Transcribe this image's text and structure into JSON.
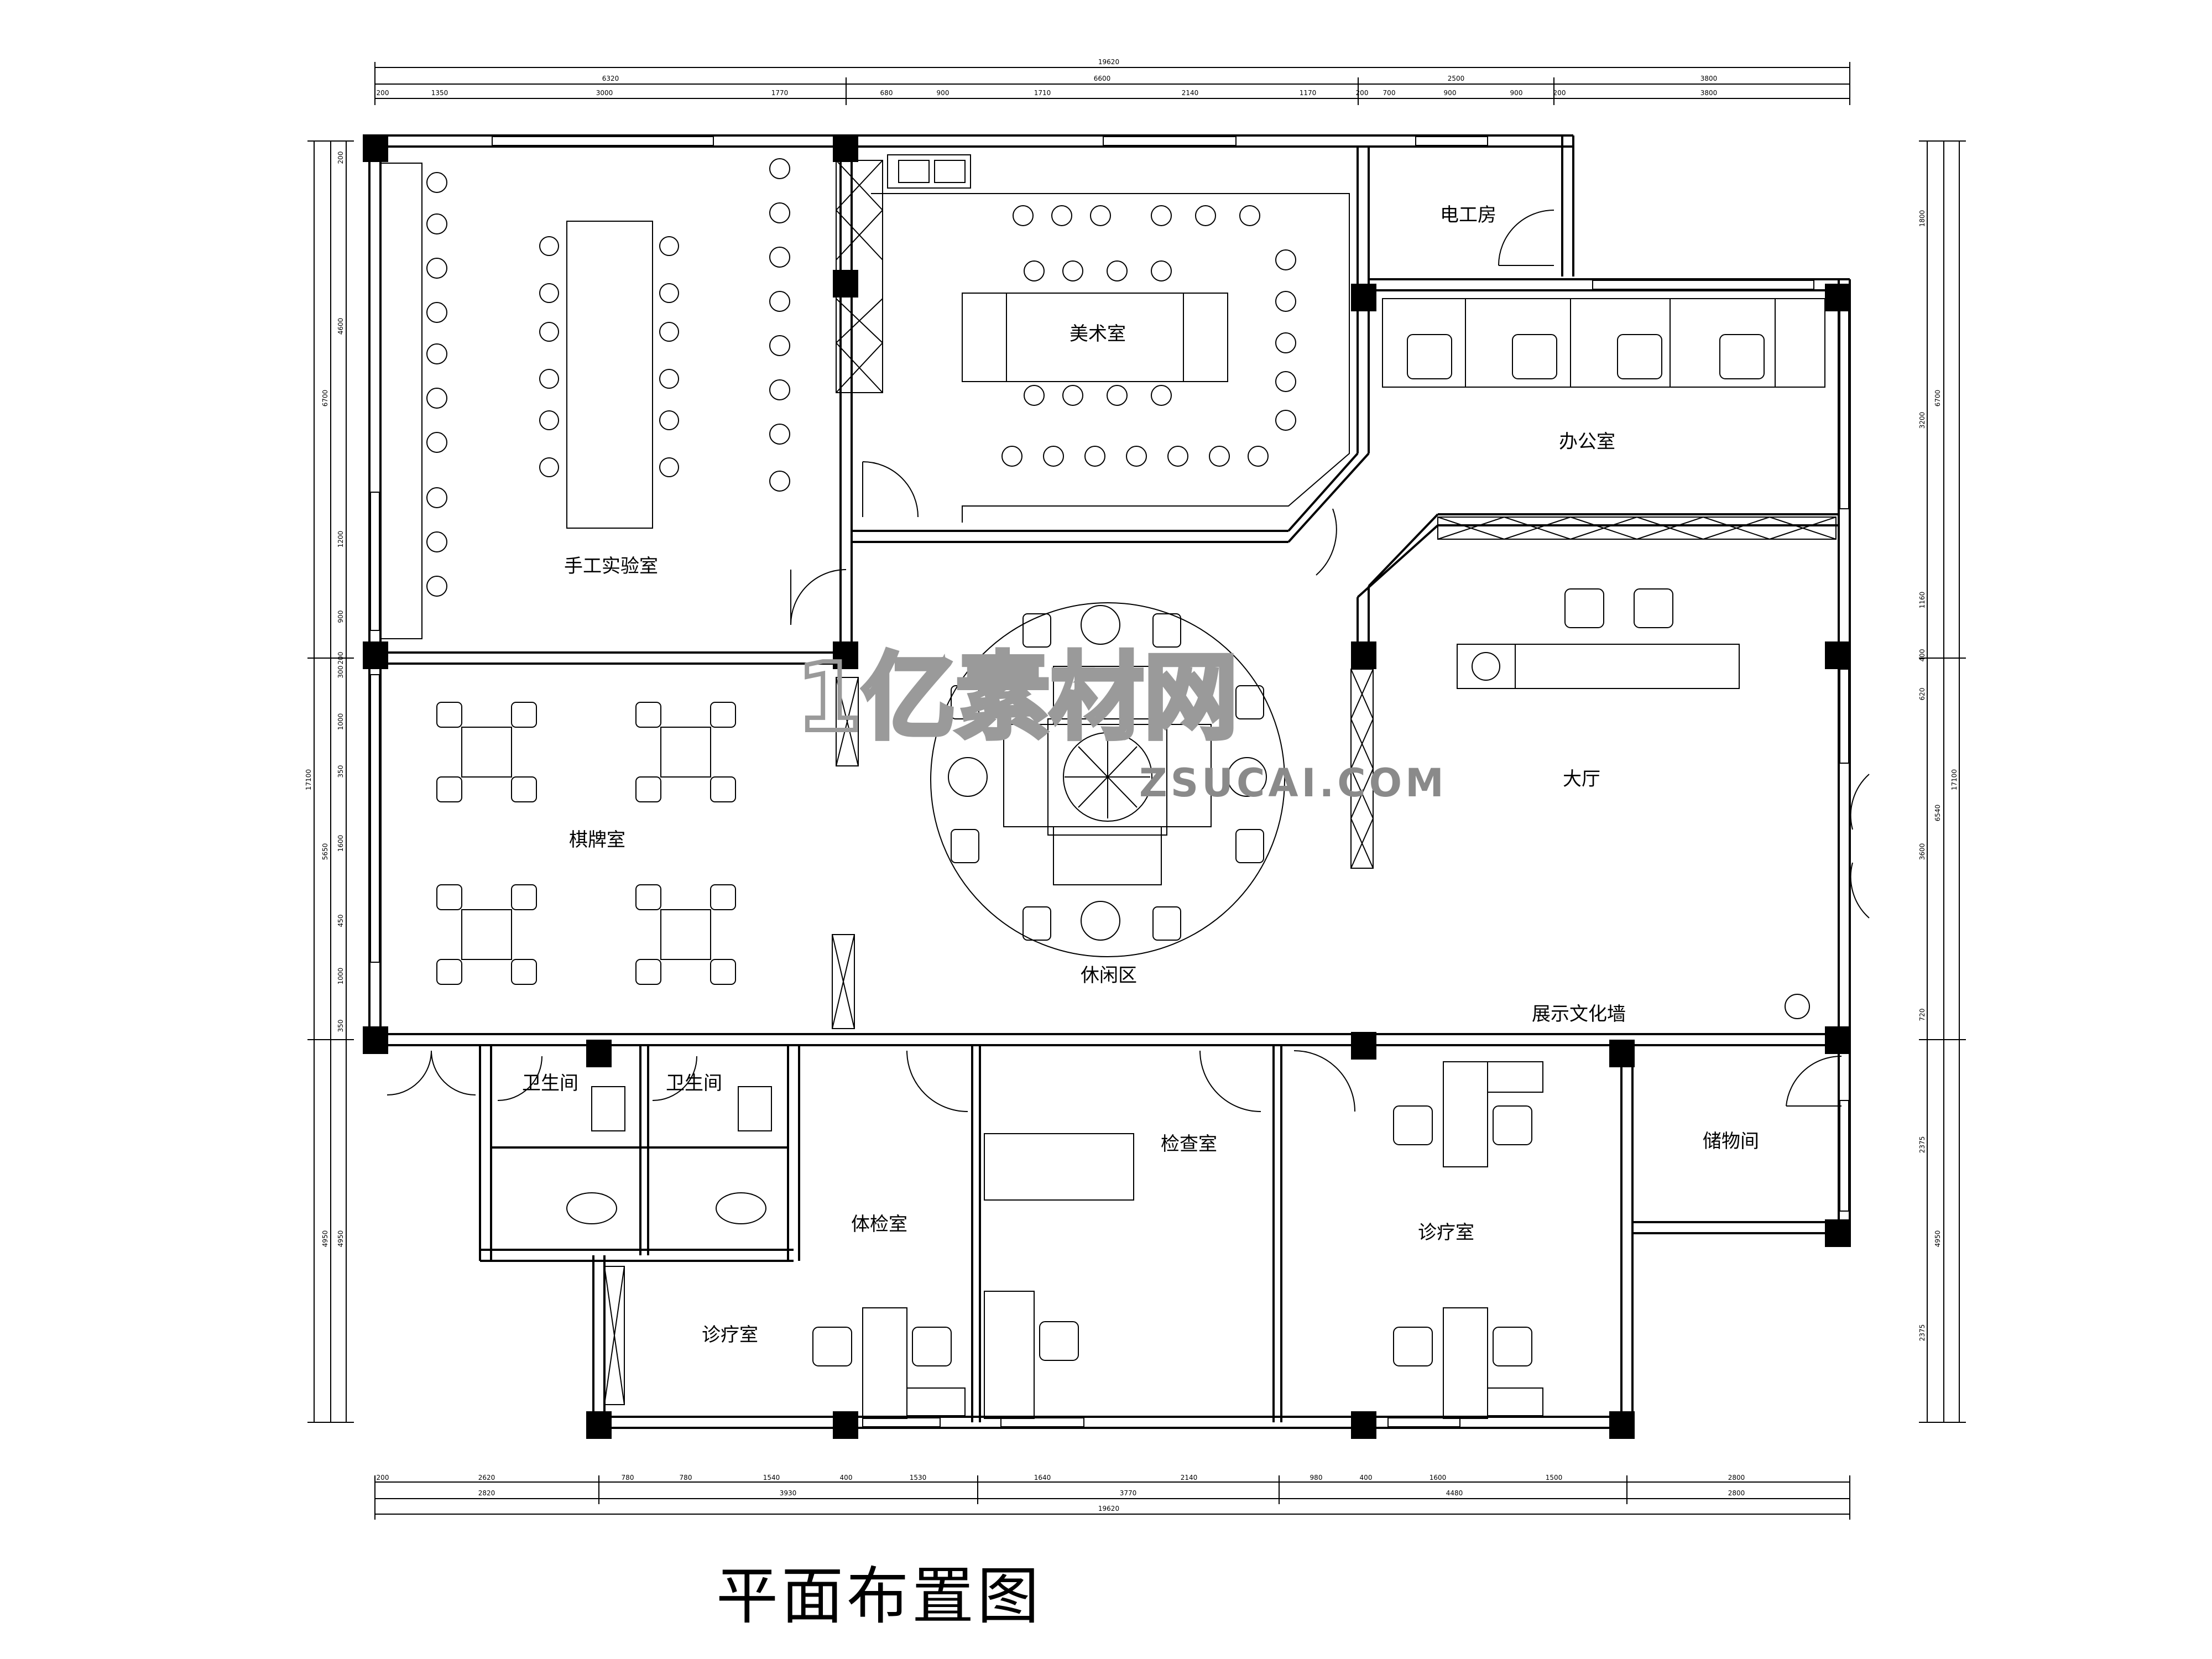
{
  "title": "平面布置图",
  "watermark": {
    "main": "1亿素材网",
    "sub": "ZSUCAI.COM"
  },
  "rooms": {
    "handcraft_lab": "手工实验室",
    "art_room": "美术室",
    "electrical_room": "电工房",
    "office": "办公室",
    "chess_room": "棋牌室",
    "leisure_area": "休闲区",
    "lobby": "大厅",
    "culture_wall": "展示文化墙",
    "toilet_1": "卫生间",
    "toilet_2": "卫生间",
    "physical_exam_room": "体检室",
    "examination_room": "检查室",
    "treatment_room_left": "诊疗室",
    "treatment_room_right": "诊疗室",
    "storage_room": "储物间"
  },
  "dimensions": {
    "top_total": "19620",
    "top_groups": [
      "6320",
      "6600",
      "2500",
      "3800"
    ],
    "top_detail": [
      "200",
      "1350",
      "3000",
      "1770",
      "680",
      "900",
      "1710",
      "2140",
      "1170",
      "200",
      "700",
      "900",
      "900",
      "200",
      "3800"
    ],
    "bottom_detail": [
      "200",
      "2620",
      "780",
      "780",
      "1540",
      "400",
      "1530",
      "1640",
      "2140",
      "980",
      "400",
      "1600",
      "1500",
      "2800"
    ],
    "bottom_groups": [
      "2820",
      "3930",
      "3770",
      "4480",
      "2800"
    ],
    "bottom_total": "19620",
    "left_detail": [
      "200",
      "4600",
      "1200",
      "900",
      "200",
      "300",
      "1000",
      "350",
      "1600",
      "450",
      "1000",
      "350",
      "4950"
    ],
    "left_groups": [
      "6700",
      "5650",
      "4950"
    ],
    "left_total": "17100",
    "right_detail": [
      "1800",
      "3200",
      "1160",
      "400",
      "620",
      "3600",
      "720",
      "2375",
      "2375"
    ],
    "right_groups": [
      "6700",
      "6540",
      "4950"
    ],
    "right_total": "17100"
  }
}
